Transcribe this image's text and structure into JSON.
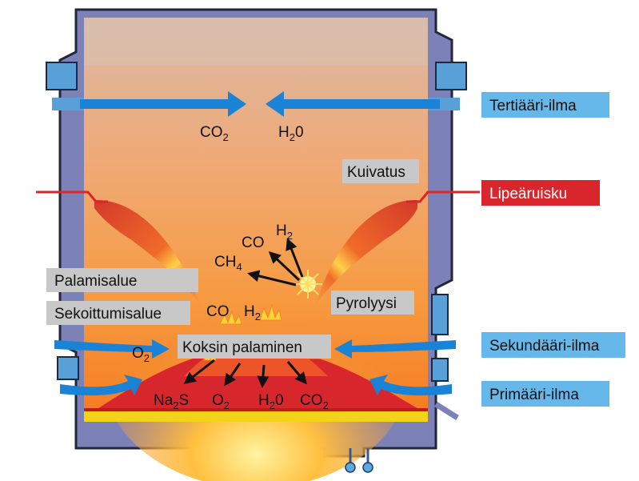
{
  "labels": {
    "tertiary_air": "Tertiääri-ilma",
    "liquor_spray": "Lipeäruisku",
    "secondary_air": "Sekundääri-ilma",
    "primary_air": "Primääri-ilma",
    "drying": "Kuivatus",
    "combustion_zone": "Palamisalue",
    "mixing_zone": "Sekoittumisalue",
    "pyrolysis": "Pyrolyysi",
    "char_burning": "Koksin palaminen"
  },
  "chemistry": {
    "top_co2": "CO",
    "top_co2_sub": "2",
    "top_h2o": "H",
    "top_h2o_sub": "2",
    "top_h2o_end": "0",
    "co": "CO",
    "h2": "H",
    "h2_sub": "2",
    "ch4": "CH",
    "ch4_sub": "4",
    "co_lower": "CO",
    "h2_lower": "H",
    "h2_lower_sub": "2",
    "o2_left": "O",
    "o2_left_sub": "2",
    "na2s_a": "Na",
    "na2s_sub": "2",
    "na2s_b": "S",
    "o2_bottom": "O",
    "o2_bottom_sub": "2",
    "h2o_bottom": "H",
    "h2o_bottom_sub": "2",
    "h2o_bottom_end": "0",
    "co2_bottom": "CO",
    "co2_bottom_sub": "2"
  },
  "colors": {
    "air_blue": "#1a83d6",
    "label_blue": "#66b8ea",
    "label_red": "#d9252c",
    "label_gray": "#c8c8c8",
    "wall": "#7c82b8",
    "smelt": "#f2d318"
  }
}
